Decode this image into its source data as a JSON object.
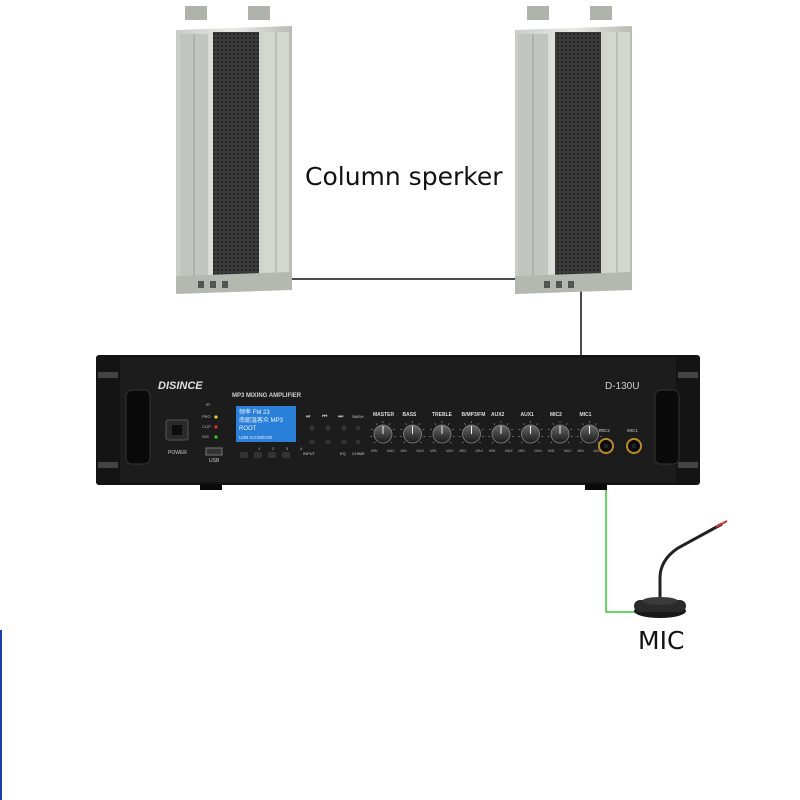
{
  "labels": {
    "speaker_caption": "Column sperker",
    "mic_caption": "MIC"
  },
  "amplifier": {
    "brand": "DISINCE",
    "model": "D-130U",
    "panel_title": "MP3 MIXING AMPLIFIER",
    "power_label": "POWER",
    "usb_label": "USB",
    "indicators": [
      "IR",
      "PRO",
      "CLIP",
      "SIG"
    ],
    "lcd_lines": [
      "频率 FM 23",
      "南妮温客众 MP3",
      "ROOT",
      "USB 0:0:00/0:00"
    ],
    "player_labels": [
      "SMSH",
      "INPUT",
      "EQ",
      "CHIME"
    ],
    "preset_numbers": [
      "1",
      "2",
      "3",
      "4"
    ],
    "knobs": [
      "MASTER",
      "BASS",
      "TREBLE",
      "B/MP3/FM",
      "AUX2",
      "AUX1",
      "MIC2",
      "MIC1"
    ],
    "jacks": [
      "MIC2",
      "MIC1"
    ],
    "min_label": "MIN",
    "max_label": "MAX"
  },
  "colors": {
    "cable": "#111111",
    "mic_cable": "#33cc33",
    "chassis": "#151515",
    "lcd": "#2a7fd8"
  }
}
